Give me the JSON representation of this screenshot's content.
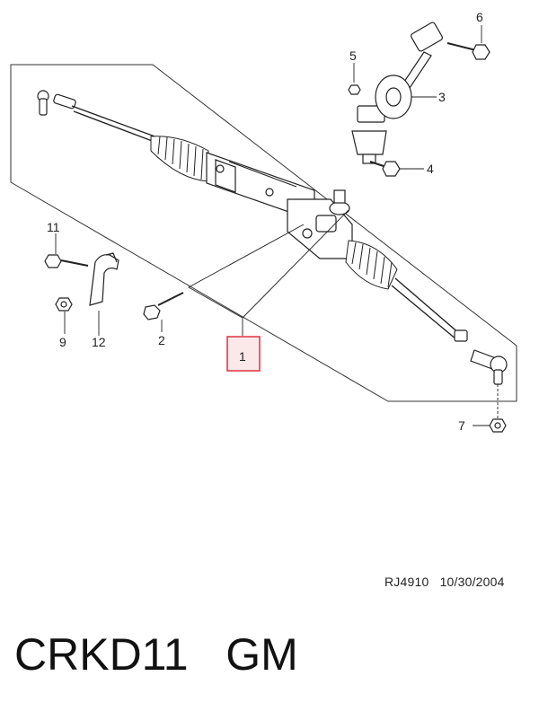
{
  "callouts": {
    "c1": "1",
    "c2": "2",
    "c3": "3",
    "c4": "4",
    "c5": "5",
    "c6": "6",
    "c7": "7",
    "c9": "9",
    "c11": "11",
    "c12": "12"
  },
  "highlight_color": "#e03040",
  "reference": {
    "code": "RJ4910",
    "date": "10/30/2004"
  },
  "caption": {
    "part": "CRKD11",
    "brand": "GM"
  }
}
